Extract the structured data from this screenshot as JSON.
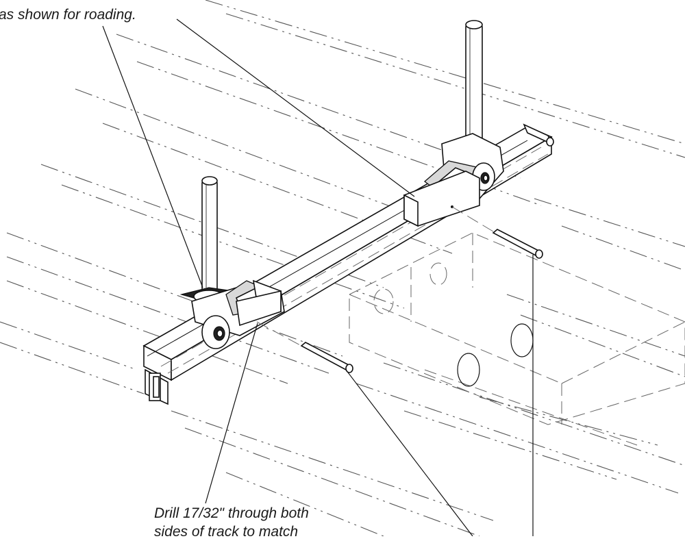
{
  "annotations": {
    "top_note": "as shown for roading.",
    "bottom_note": "Drill 17/32\" through both",
    "bottom_note_line2": "sides of track to match"
  },
  "colors": {
    "line": "#111111",
    "hidden_line": "#555555",
    "background": "#ffffff"
  }
}
